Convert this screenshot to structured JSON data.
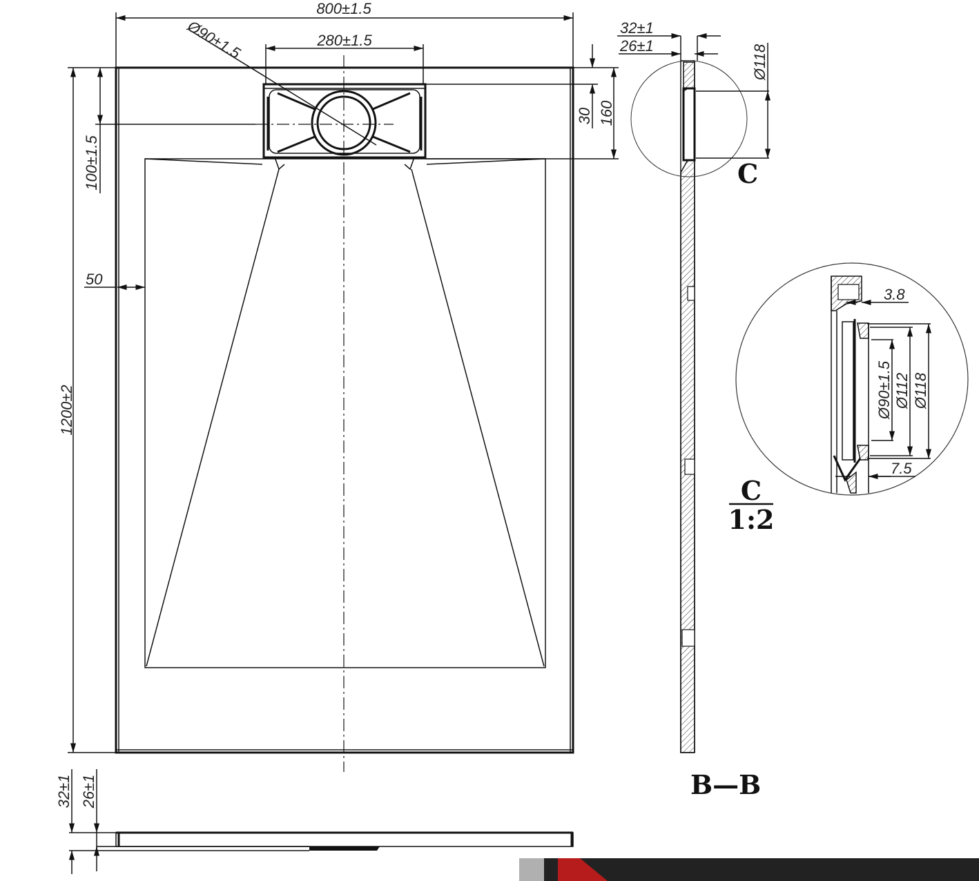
{
  "drawing": {
    "title": "Shower tray technical drawing",
    "plan_view": {
      "dimensions": {
        "overall_width": "800±1.5",
        "overall_length": "1200±2",
        "drain_box_width": "280±1.5",
        "drain_diameter": "Ø90±1.5",
        "drain_center_offset": "100±1.5",
        "border_width": "50",
        "drain_offset_top": "30",
        "drain_box_depth": "160"
      }
    },
    "section_view": {
      "label": "B—B",
      "dimensions": {
        "total_thickness": "32±1",
        "base_thickness": "26±1",
        "outlet_diameter": "Ø118"
      },
      "detail_marker": "C"
    },
    "detail_view": {
      "label": "C",
      "scale": "1:2",
      "dimensions": {
        "lip": "3.8",
        "drain_inner": "Ø90±1.5",
        "drain_mid": "Ø112",
        "drain_outer": "Ø118",
        "flange": "7.5"
      }
    },
    "side_view": {
      "dimensions": {
        "total_thickness": "32±1",
        "base_thickness": "26±1"
      }
    }
  },
  "colors": {
    "line": "#111111",
    "banner_dark": "#222222",
    "banner_red": "#b71c1c",
    "banner_grey": "#b0b0b0"
  }
}
